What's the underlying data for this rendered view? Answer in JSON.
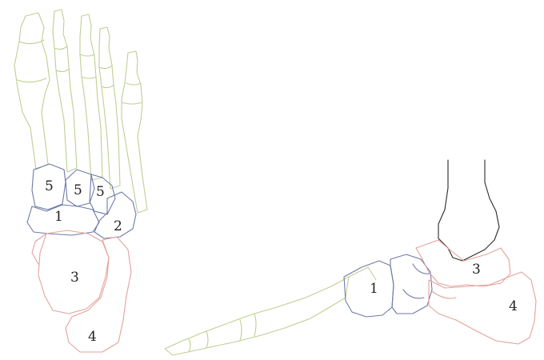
{
  "colors": {
    "phalanges_metatarsals": "#bfcf94",
    "midfoot": "#6f7aa8",
    "hindfoot": "#e3a39c",
    "tibia": "#2a2a2a",
    "label": "#222222"
  },
  "labels": {
    "top_cuneiform_a": "5",
    "top_cuneiform_b": "5",
    "top_cuneiform_c": "5",
    "top_navicular": "1",
    "top_cuboid": "2",
    "top_talus": "3",
    "top_calcaneus": "4",
    "side_navicular": "1",
    "side_talus": "3",
    "side_calcaneus": "4"
  }
}
